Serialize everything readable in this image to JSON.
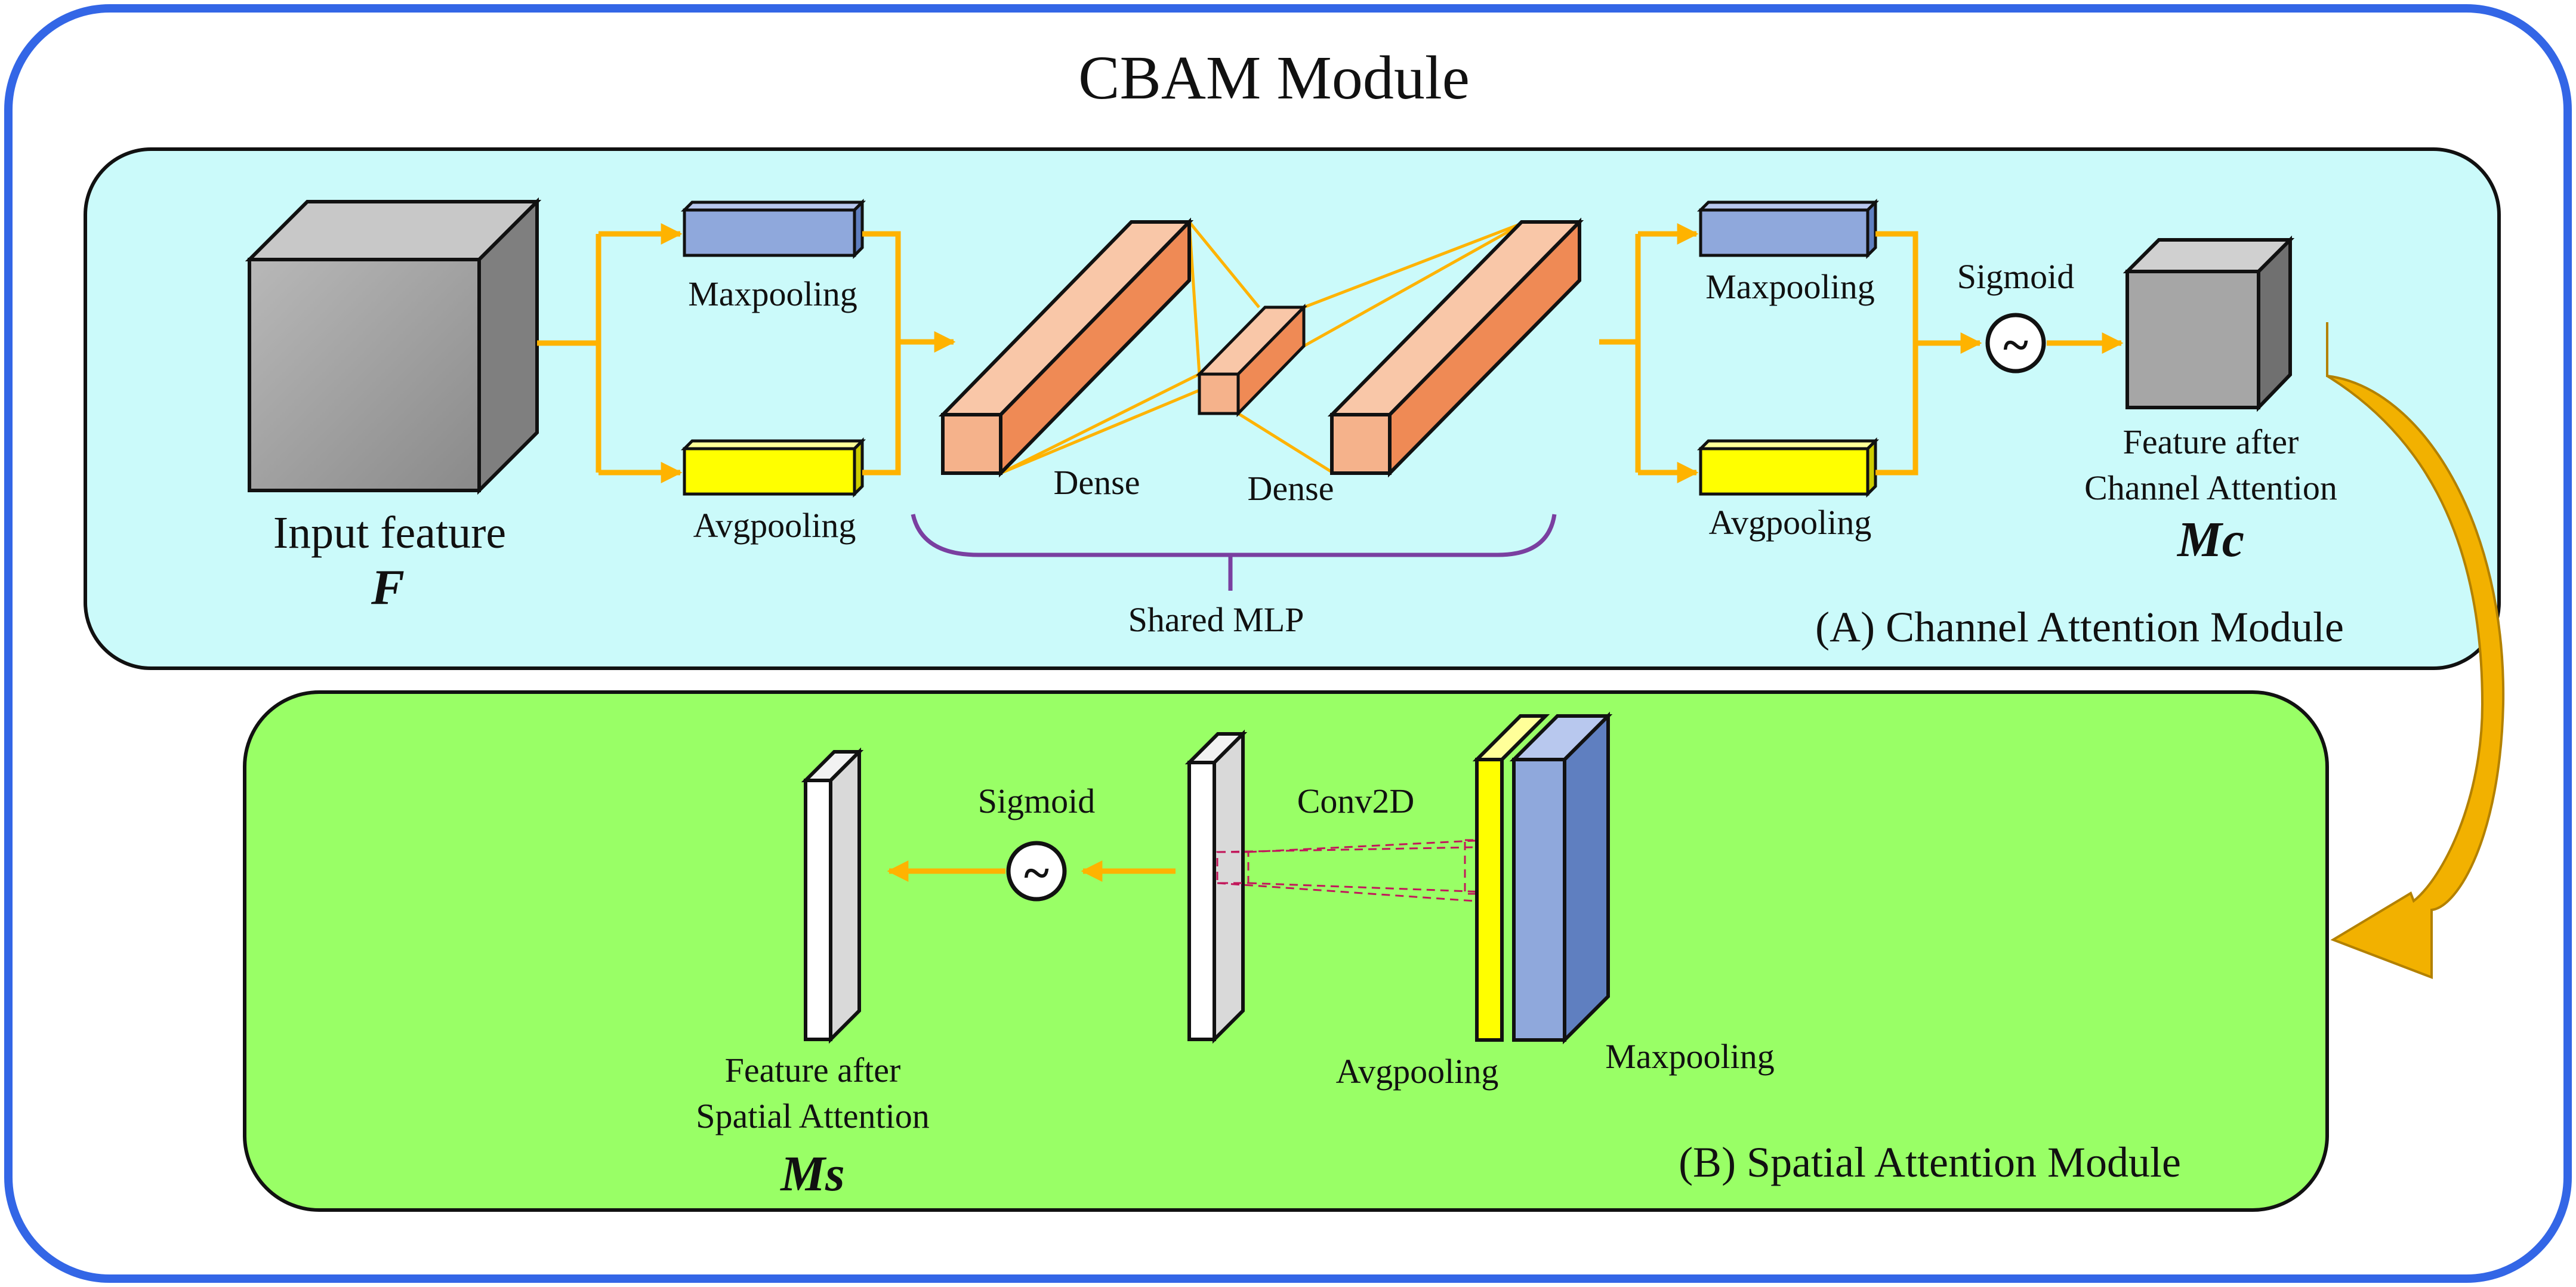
{
  "title": "CBAM Module",
  "channel_module": {
    "label": "(A) Channel Attention Module",
    "input_label": "Input feature",
    "input_symbol": "F",
    "pool_max_1": "Maxpooling",
    "pool_avg_1": "Avgpooling",
    "dense_1": "Dense",
    "dense_2": "Dense",
    "shared_mlp": "Shared MLP",
    "pool_max_2": "Maxpooling",
    "pool_avg_2": "Avgpooling",
    "sigmoid": "Sigmoid",
    "sigmoid_symbol": "~",
    "output_line1": "Feature after",
    "output_line2": "Channel Attention",
    "output_symbol": "Mc"
  },
  "spatial_module": {
    "label": "(B) Spatial Attention Module",
    "conv": "Conv2D",
    "sigmoid": "Sigmoid",
    "sigmoid_symbol": "~",
    "pool_avg": "Avgpooling",
    "pool_max": "Maxpooling",
    "output_line1": "Feature after",
    "output_line2": "Spatial Attention",
    "output_symbol": "Ms"
  },
  "colors": {
    "outer_border": "#3366e6",
    "channel_bg": "#cbfafa",
    "spatial_bg": "#99ff66",
    "arrow": "#ffb300",
    "maxpool": "#8fa8dc",
    "avgpool": "#ffff00",
    "dense_light": "#f9c7a8",
    "dense_dark": "#ef8a55",
    "brace": "#7a3fa0",
    "curved_arrow": "#f2b100"
  }
}
